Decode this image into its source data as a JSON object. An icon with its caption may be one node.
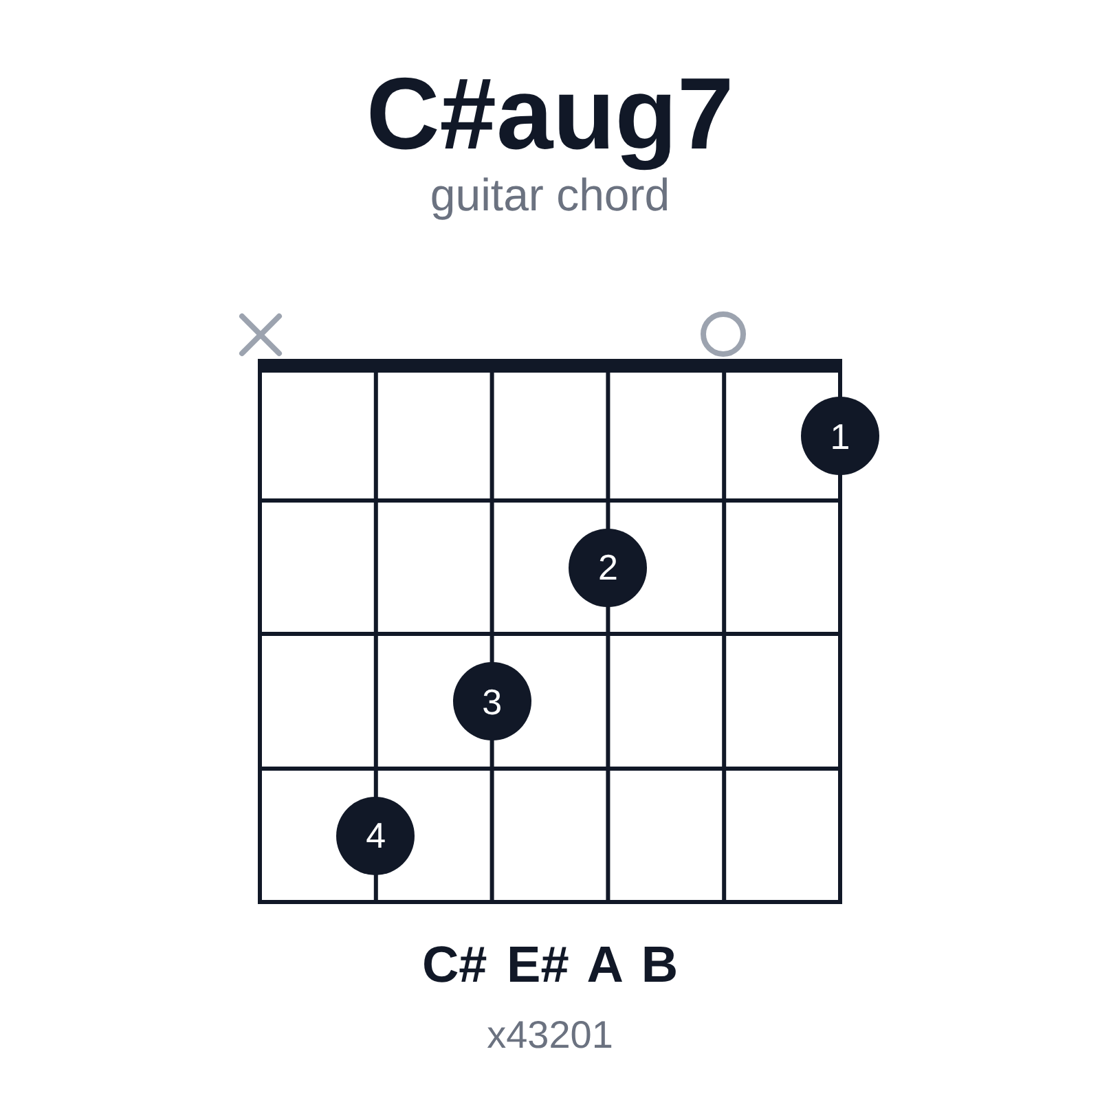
{
  "diagram": {
    "title": "C#aug7",
    "nodes": [
      {
        "text": [
          "1"
        ]
      },
      {
        "text": [
          "2"
        ]
      },
      {
        "text": [
          "3"
        ]
      },
      {
        "text": [
          "4"
        ]
      }
    ],
    "labels": [
      "guitar chord",
      "C# E# A B",
      "x43201"
    ]
  }
}
